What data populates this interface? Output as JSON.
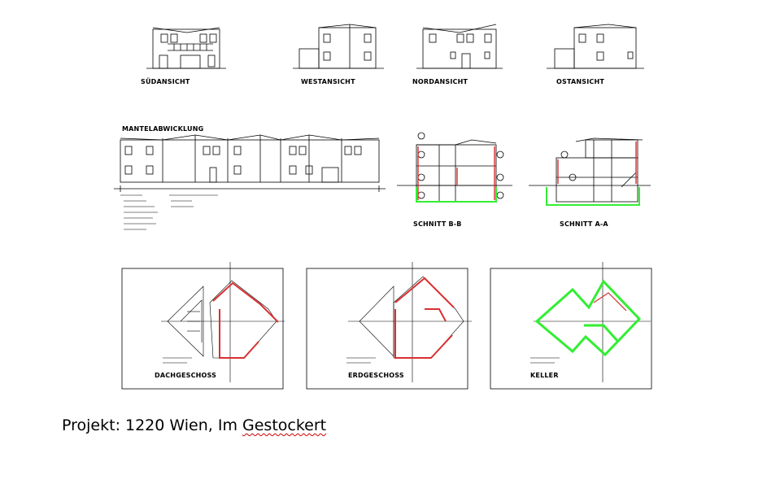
{
  "elevations": {
    "sued": "SÜDANSICHT",
    "west": "WESTANSICHT",
    "nord": "NORDANSICHT",
    "ost": "OSTANSICHT"
  },
  "mantel": {
    "title": "MANTELABWICKLUNG"
  },
  "sections": {
    "bb": "SCHNITT B-B",
    "aa": "SCHNITT A-A"
  },
  "plans": {
    "dach": "DACHGESCHOSS",
    "erd": "ERDGESCHOSS",
    "keller": "KELLER"
  },
  "caption": {
    "prefix": "Projekt: 1220 Wien, Im ",
    "underlined": "Gestockert"
  },
  "colors": {
    "wall_red": "#d83030",
    "wall_green": "#33ee33",
    "line": "#000000"
  }
}
